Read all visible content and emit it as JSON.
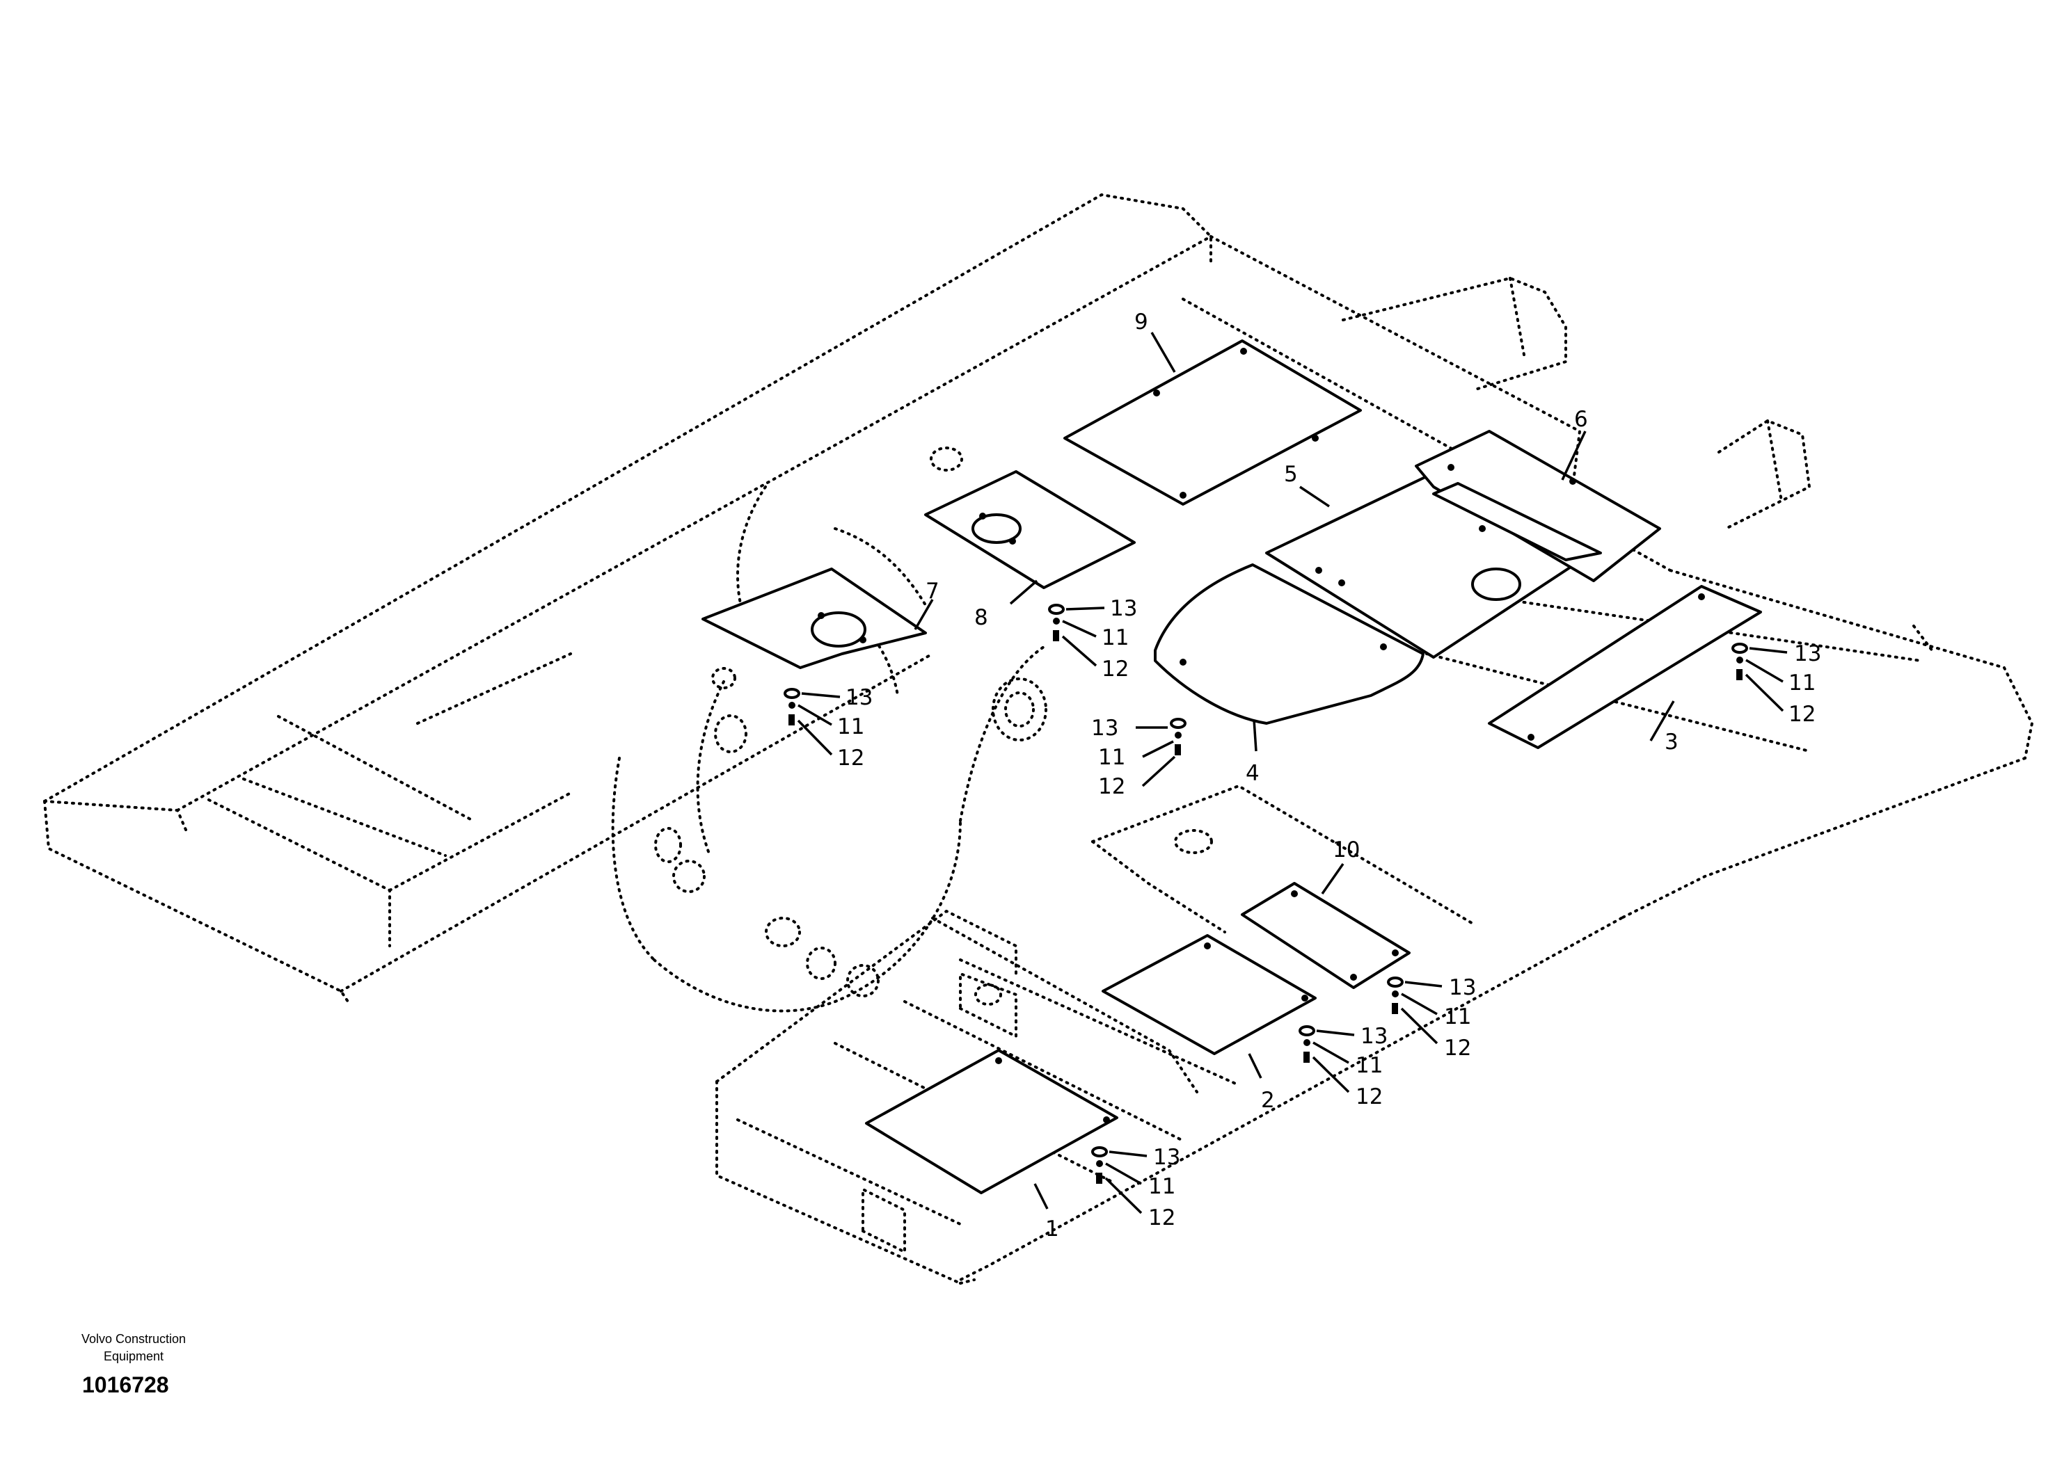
{
  "callouts": {
    "p1": "1",
    "p2": "2",
    "p3": "3",
    "p4": "4",
    "p5": "5",
    "p6": "6",
    "p7": "7",
    "p8": "8",
    "p9": "9",
    "p10": "10"
  },
  "fastener_labels": {
    "washer": "13",
    "nut": "11",
    "bolt": "12"
  },
  "footer": {
    "company_line1": "Volvo Construction",
    "company_line2": "Equipment",
    "drawing_number": "1016728"
  }
}
